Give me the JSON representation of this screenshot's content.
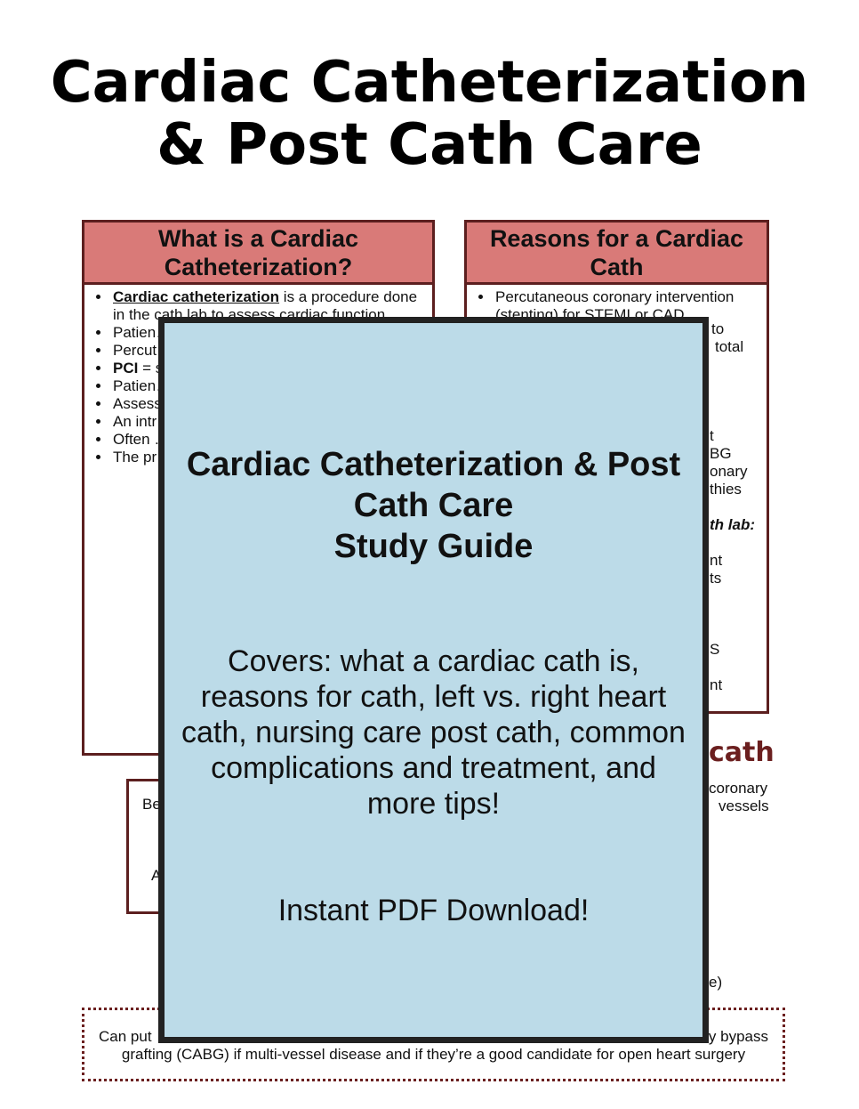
{
  "page": {
    "title_line1": "Cardiac Catheterization",
    "title_line2": "& Post Cath Care"
  },
  "left_box": {
    "heading": "What is a Cardiac Catheterization?",
    "items": [
      {
        "term": "Cardiac catheterization",
        "text": " is a procedure done in the cath lab to assess cardiac function"
      },
      {
        "term": "",
        "text": "Patien… heart c…"
      },
      {
        "term": "",
        "text": "Percut… comm…"
      },
      {
        "term": "PCI",
        "text": " = s… angiop…"
      },
      {
        "term": "",
        "text": "Patien… moder… along v… the ac…"
      },
      {
        "term": "",
        "text": "Assess… or brac… use th…"
      },
      {
        "term": "",
        "text": "An intr… allows… access… angiog…"
      },
      {
        "term": "",
        "text": "Often … blood … sedatio…"
      },
      {
        "term": "",
        "text": "The pr… fluoros… obtain… can be…"
      }
    ]
  },
  "right_box": {
    "heading": "Reasons for a Cardiac Cath",
    "items": [
      "Percutaneous coronary intervention (stenting) for STEMI or CAD"
    ],
    "fragments": {
      "to": "to",
      "total": "total",
      "t": "t",
      "bg": "BG",
      "onary": "onary",
      "thies": "thies",
      "th_lab": "th lab:",
      "nt": "nt",
      "ts": "ts",
      "s": "S",
      "nt2": "nt"
    }
  },
  "lower_section": {
    "heading_fragment": "cath",
    "fragment_coronary": "coronary",
    "fragment_vessels": "vessels",
    "fragment_be": "Be",
    "fragment_a": "A",
    "fragment_paren": "e)"
  },
  "bottom_note": {
    "line1_left": "Can put",
    "line1_right": "y bypass",
    "line2": "grafting (CABG) if multi-vessel disease and if they’re a good candidate for open heart surgery"
  },
  "overlay": {
    "title_line1": "Cardiac Catheterization & Post",
    "title_line2": "Cath Care",
    "title_line3": "Study Guide",
    "desc_line1": "Covers: what a cardiac cath is,",
    "desc_line2": "reasons for cath, left vs. right heart",
    "desc_line3": "cath, nursing care post cath, common",
    "desc_line4": "complications and treatment, and",
    "desc_line5": "more tips!",
    "cta": "Instant PDF Download!"
  },
  "colors": {
    "header_fill": "#d97a78",
    "border": "#5c1f1f",
    "overlay_fill": "#bcdbe8",
    "overlay_border": "#222222"
  }
}
